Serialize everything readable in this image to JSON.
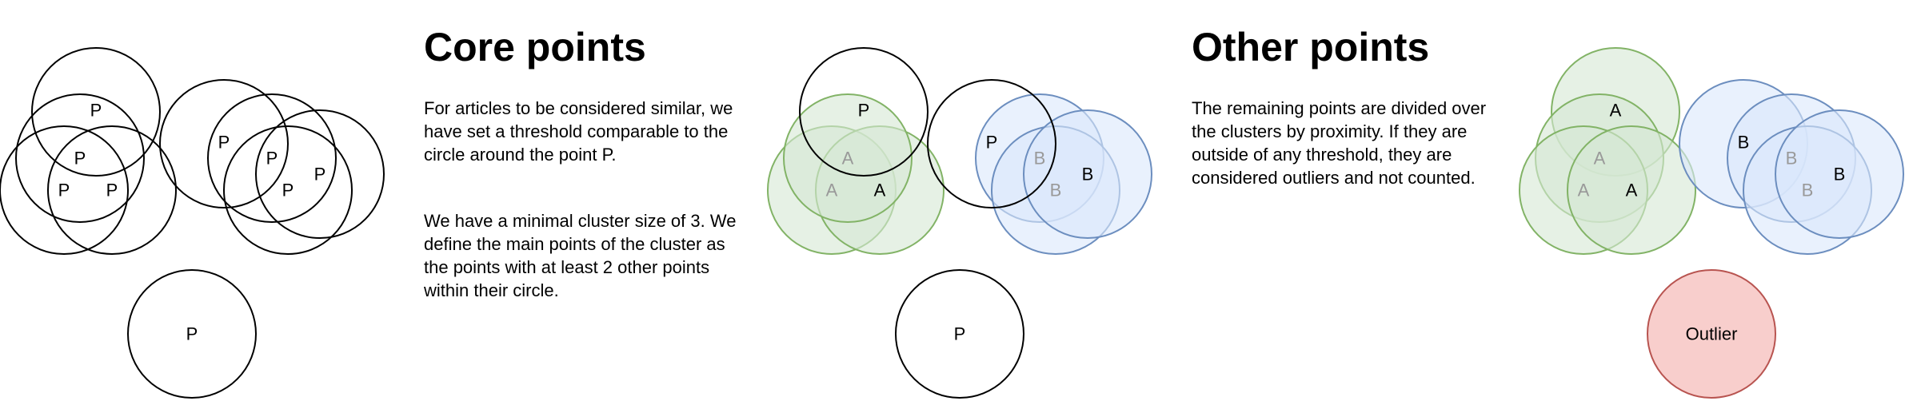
{
  "core_section": {
    "title": "Core points",
    "paragraph_1": "For articles to be considered similar, we have set a threshold comparable to the circle around the point P.",
    "paragraph_2": "We have a minimal cluster size of 3. We define the main points of the cluster as the points with at least 2 other points within their circle."
  },
  "other_section": {
    "title": "Other points",
    "paragraph_1": "The remaining points are divided over the clusters by proximity. If they are outside of any threshold, they are considered outliers and not counted."
  },
  "point_labels": {
    "p": "P",
    "a": "A",
    "b": "B",
    "outlier": "Outlier"
  },
  "colors": {
    "outline": "#000000",
    "cluster_a_fill": "#d5e8d4",
    "cluster_a_stroke": "#82b366",
    "cluster_b_fill": "#dae8fc",
    "cluster_b_stroke": "#6c8ebf",
    "outlier_fill": "#f8cecc",
    "outlier_stroke": "#b85450",
    "dim_label": "#999999"
  }
}
